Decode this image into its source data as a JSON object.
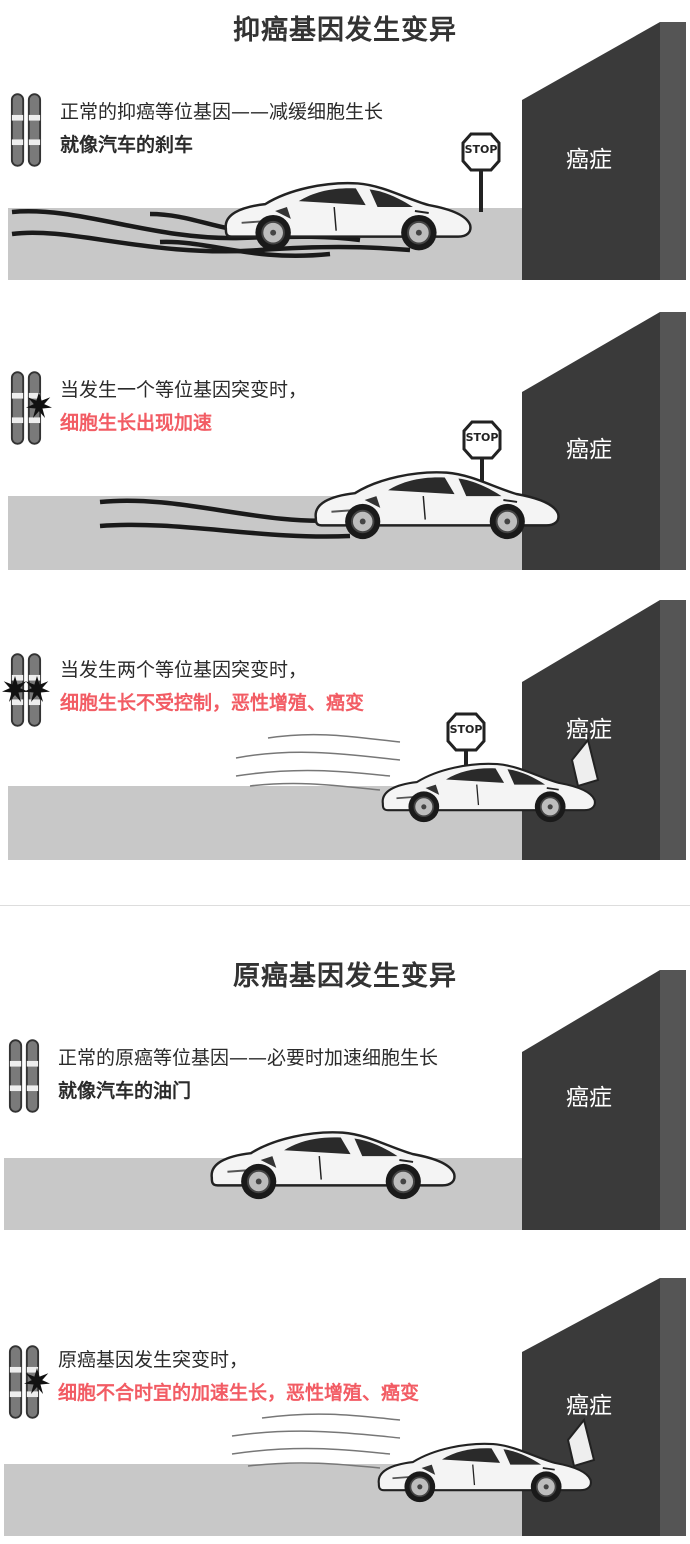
{
  "sections": [
    {
      "title": "抑癌基因发生变异",
      "panels": [
        {
          "line1": "正常的抑癌等位基因——减缓细胞生长",
          "line2": "就像汽车的刹车",
          "line2_style": "bold",
          "wall_label": "癌症",
          "stop_sign": "STOP"
        },
        {
          "line1": "当发生一个等位基因突变时，",
          "line2": "细胞生长出现加速",
          "line2_style": "red",
          "wall_label": "癌症",
          "stop_sign": "STOP"
        },
        {
          "line1": "当发生两个等位基因突变时，",
          "line2": "细胞生长不受控制，恶性增殖、癌变",
          "line2_style": "red",
          "wall_label": "癌症",
          "stop_sign": "STOP"
        }
      ]
    },
    {
      "title": "原癌基因发生变异",
      "panels": [
        {
          "line1": "正常的原癌等位基因——必要时加速细胞生长",
          "line2": "就像汽车的油门",
          "line2_style": "bold",
          "wall_label": "癌症"
        },
        {
          "line1": "原癌基因发生突变时，",
          "line2": "细胞不合时宜的加速生长，恶性增殖、癌变",
          "line2_style": "red",
          "wall_label": "癌症"
        }
      ]
    }
  ],
  "colors": {
    "accent_red": "#f25c64",
    "road": "#c8c8c8",
    "wall": "#3a3a3a",
    "text": "#2a2a2a"
  }
}
